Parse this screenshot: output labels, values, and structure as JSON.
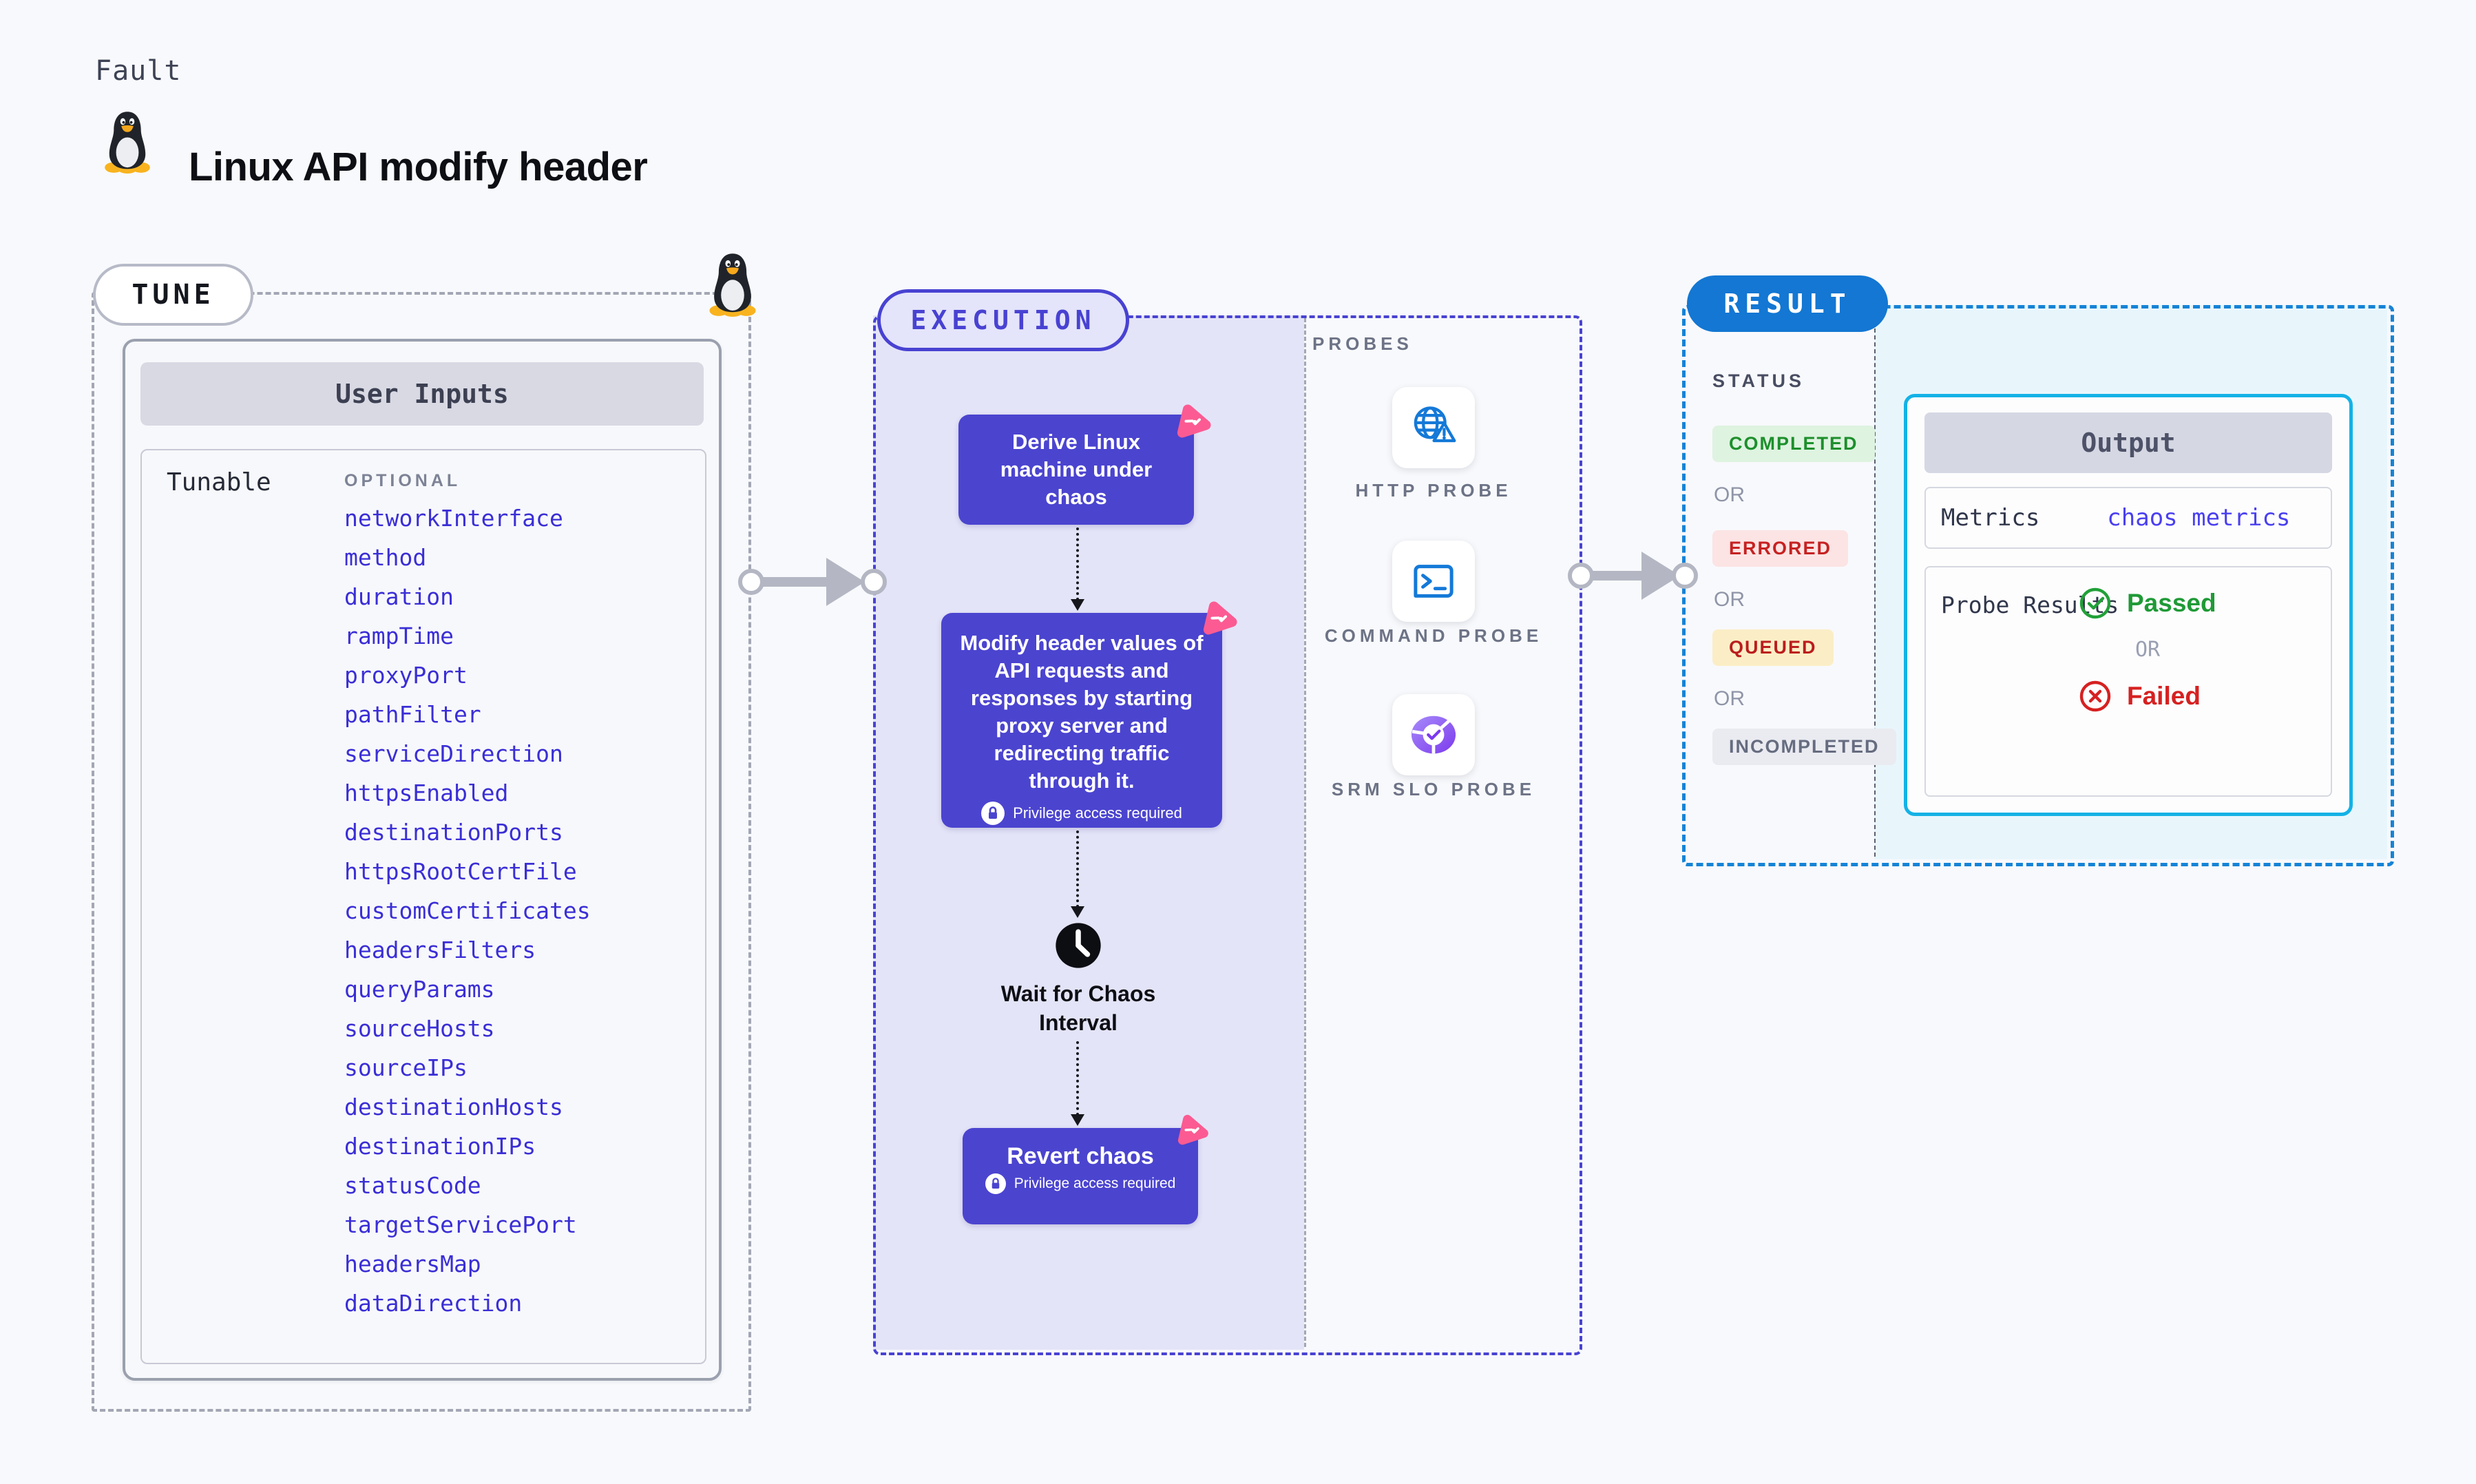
{
  "header": {
    "kicker": "Fault",
    "title": "Linux API modify header"
  },
  "tune": {
    "label": "TUNE",
    "user_inputs_header": "User Inputs",
    "tunable_label": "Tunable",
    "optional_label": "OPTIONAL",
    "tunables": [
      "networkInterface",
      "method",
      "duration",
      "rampTime",
      "proxyPort",
      "pathFilter",
      "serviceDirection",
      "httpsEnabled",
      "destinationPorts",
      "httpsRootCertFile",
      "customCertificates",
      "headersFilters",
      "queryParams",
      "sourceHosts",
      "sourceIPs",
      "destinationHosts",
      "destinationIPs",
      "statusCode",
      "targetServicePort",
      "headersMap",
      "dataDirection"
    ]
  },
  "execution": {
    "label": "EXECUTION",
    "step1": {
      "text": "Derive Linux machine under chaos"
    },
    "step2": {
      "text": "Modify header values of API requests and responses by starting proxy server and redirecting traffic through it.",
      "privilege": "Privilege access required"
    },
    "wait_step": {
      "text": "Wait for Chaos Interval"
    },
    "step3": {
      "text": "Revert chaos",
      "privilege": "Privilege access required"
    },
    "probes": {
      "label": "PROBES",
      "items": [
        {
          "name": "HTTP PROBE",
          "icon": "globe-warning-icon"
        },
        {
          "name": "COMMAND PROBE",
          "icon": "terminal-icon"
        },
        {
          "name": "SRM SLO PROBE",
          "icon": "slo-pie-check-icon"
        }
      ]
    }
  },
  "result": {
    "label": "RESULT",
    "status_label": "STATUS",
    "or_label": "OR",
    "statuses": [
      {
        "label": "COMPLETED",
        "fg": "#1d8f2c",
        "bg": "#def3e0"
      },
      {
        "label": "ERRORED",
        "fg": "#c62222",
        "bg": "#fce4e4"
      },
      {
        "label": "QUEUED",
        "fg": "#bb1d1d",
        "bg": "#fbeec6"
      },
      {
        "label": "INCOMPLETED",
        "fg": "#666c80",
        "bg": "#eaebf1"
      }
    ],
    "output": {
      "header": "Output",
      "metrics_label": "Metrics",
      "metrics_link": "chaos metrics",
      "probe_results_label": "Probe Results",
      "passed_label": "Passed",
      "or_label": "OR",
      "failed_label": "Failed"
    }
  },
  "colors": {
    "purple_step": "#4b44cf",
    "execution_accent": "#4842d2",
    "execution_fill": "#e4e4f8",
    "result_accent": "#1377d3",
    "result_fill": "#e8f6fc",
    "output_border": "#14b2e6",
    "link_blue": "#3a2ed6",
    "chaos_pink": "#fb5b92",
    "passed_green": "#1f9a36",
    "failed_red": "#d62121",
    "arrow_gray": "#b4b7c3"
  }
}
